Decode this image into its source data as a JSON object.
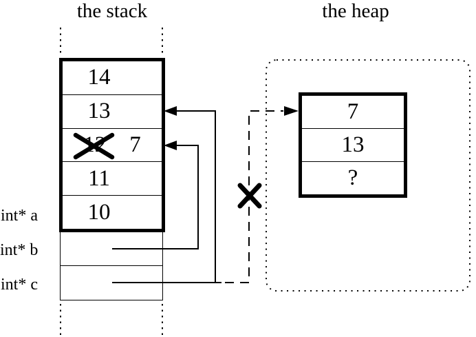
{
  "stack": {
    "title": "the stack",
    "cells": [
      "14",
      "13",
      "12",
      "11",
      "10"
    ],
    "replacement_value": "7",
    "pointers": {
      "a": "int* a",
      "b": "int* b",
      "c": "int* c"
    }
  },
  "heap": {
    "title": "the heap",
    "cells": [
      "7",
      "13",
      "?"
    ]
  }
}
